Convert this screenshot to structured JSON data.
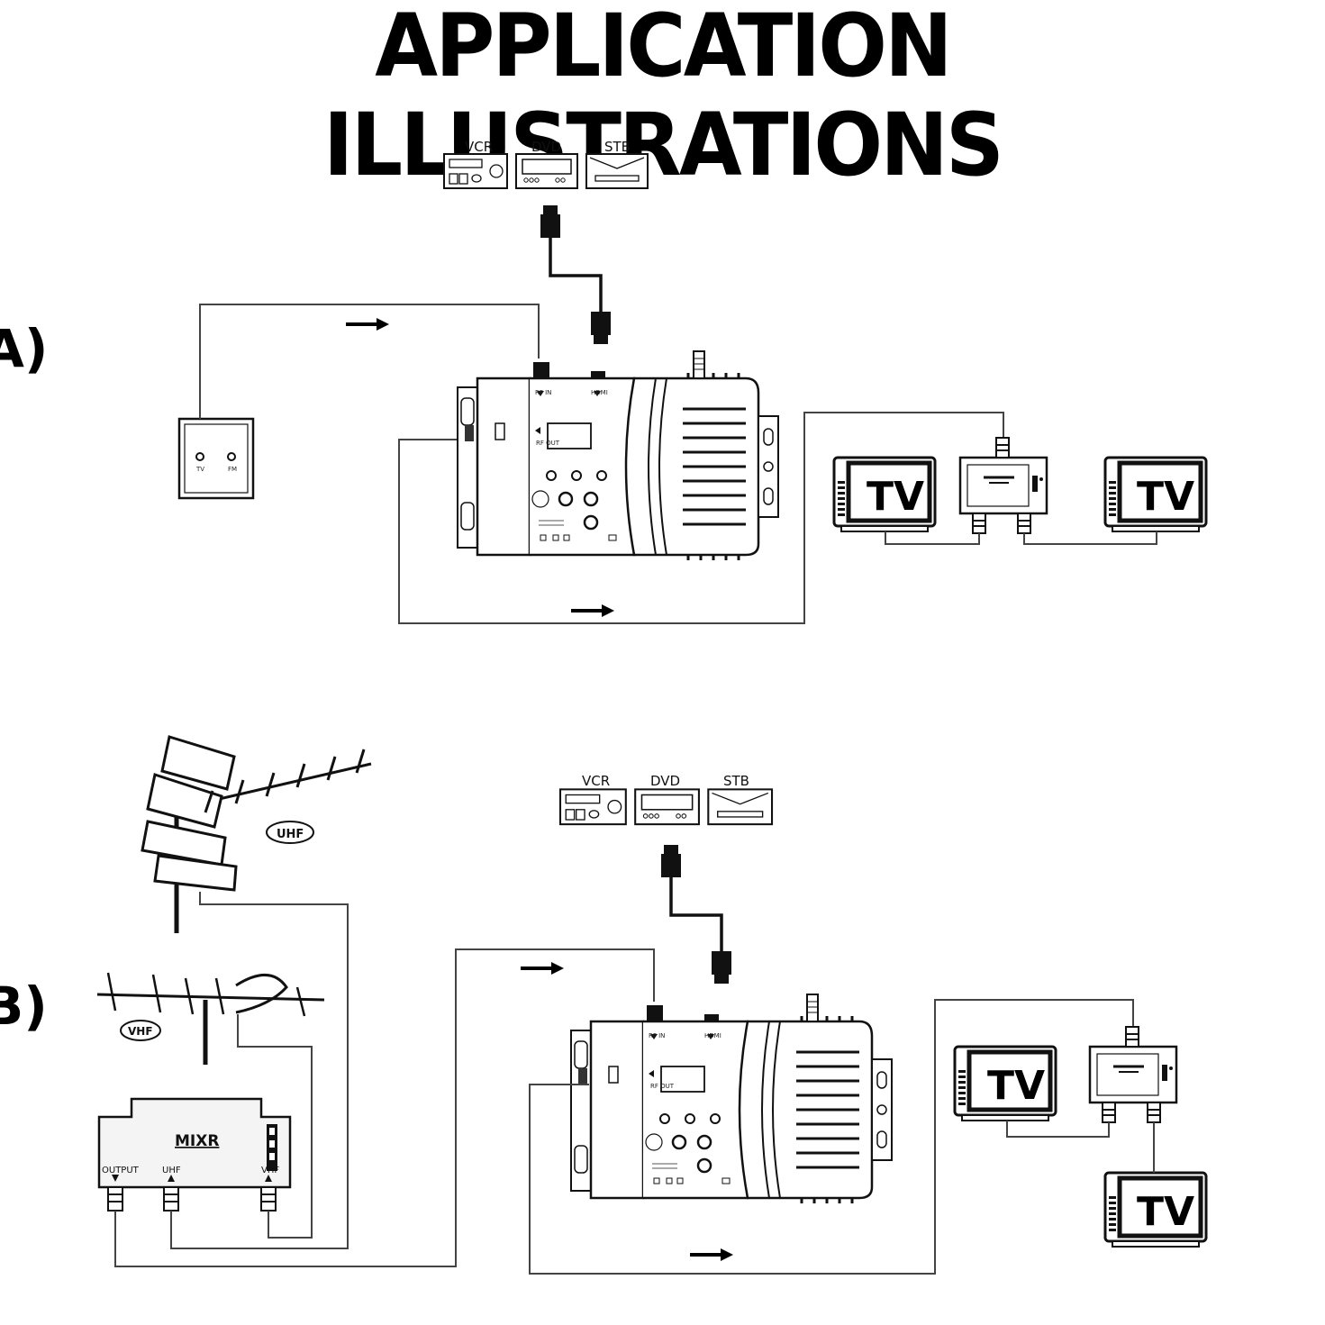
{
  "title": "APPLICATION ILLUSTRATIONS",
  "sections": {
    "a": {
      "label": "A)"
    },
    "b": {
      "label": "B)"
    }
  },
  "sources": [
    "VCR",
    "DVD",
    "STB"
  ],
  "modulator": {
    "rf_in_label": "RF IN",
    "hdmi_label": "HDMI",
    "rf_out_label": "RF OUT"
  },
  "tv_label": "TV",
  "antennas": {
    "uhf_label": "UHF",
    "vhf_label": "VHF"
  },
  "wall_socket": {
    "tv_label": "TV",
    "fm_label": "FM"
  },
  "mixer": {
    "name": "MIXR",
    "output_label": "OUTPUT",
    "uhf_label": "UHF",
    "vhf_label": "VHF"
  },
  "colors": {
    "ink": "#111111",
    "wire": "#444444",
    "fill": "#f4f4f4"
  }
}
